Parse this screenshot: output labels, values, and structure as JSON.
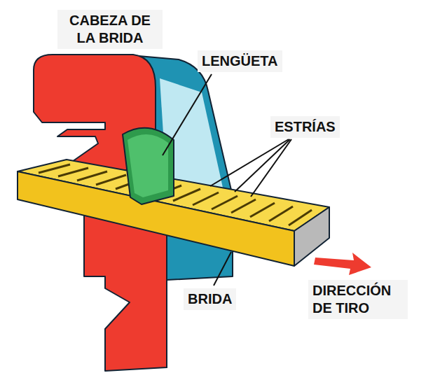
{
  "diagram": {
    "labels": [
      "CABEZA DE LA BRIDA",
      "LENGÜETA",
      "ESTRÍAS",
      "BRIDA",
      "DIRECCIÓN DE TIRO"
    ]
  }
}
